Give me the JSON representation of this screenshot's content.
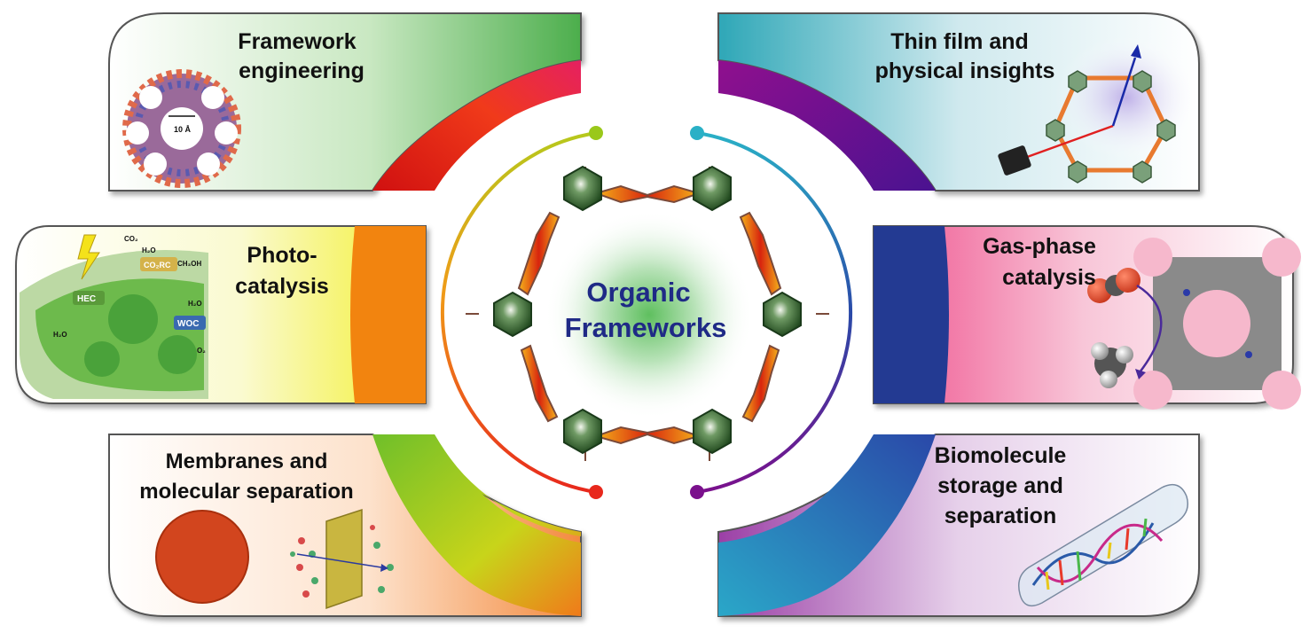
{
  "center": {
    "line1": "Organic",
    "line2": "Frameworks"
  },
  "panels": {
    "framework": {
      "line1": "Framework",
      "line2": "engineering",
      "dim_label": "10 Å"
    },
    "photo": {
      "line1": "Photo-",
      "line2": "catalysis",
      "hec": "HEC",
      "woc": "WOC",
      "co2rc": "CO₂RC",
      "co2": "CO₂",
      "h2o_a": "H₂O",
      "h2o_b": "H₂O",
      "h2o_c": "H₂O",
      "ch3oh": "CH₃OH",
      "o2": "O₂"
    },
    "membrane": {
      "line1": "Membranes and",
      "line2": "molecular separation"
    },
    "thinfilm": {
      "line1": "Thin film and",
      "line2": "physical insights"
    },
    "gasphase": {
      "line1": "Gas-phase",
      "line2": "catalysis"
    },
    "biomolecule": {
      "line1": "Biomolecule",
      "line2": "storage and",
      "line3": "separation"
    }
  },
  "colors": {
    "title_blue": "#1f2a86",
    "hexagon_green": "#2f5a2a",
    "linker_orange": "#e0621a"
  }
}
